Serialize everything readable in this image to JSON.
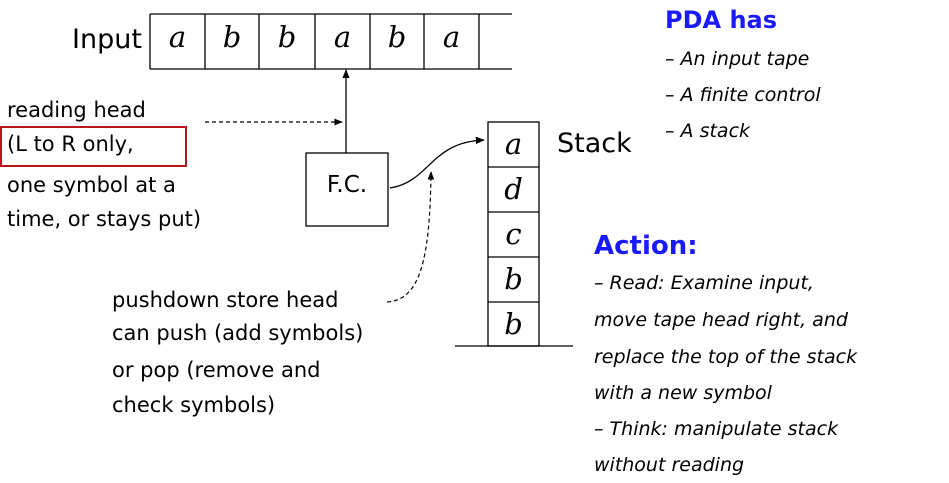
{
  "colors": {
    "heading": "#1a1aff",
    "highlight_box": "#b8161c",
    "ink": "#000000"
  },
  "input_tape": {
    "label": "Input",
    "cells": [
      "a",
      "b",
      "b",
      "a",
      "b",
      "a"
    ]
  },
  "finite_control": {
    "label": "F.C."
  },
  "stack": {
    "label": "Stack",
    "cells": [
      "a",
      "d",
      "c",
      "b",
      "b"
    ]
  },
  "reading_head_note": {
    "lines": [
      "reading head",
      "(L to R only,",
      "one symbol at a",
      "time, or stays put)"
    ]
  },
  "pushdown_note": {
    "lines": [
      "pushdown store head",
      "can push (add symbols)",
      "or pop (remove and",
      "check symbols)"
    ]
  },
  "pda_has": {
    "title": "PDA has",
    "items": [
      "– An input tape",
      "– A finite control",
      "– A stack"
    ]
  },
  "action": {
    "title": "Action:",
    "lines": [
      "– Read:  Examine input,",
      "move tape head right, and",
      "replace the top of the stack",
      "with a new symbol",
      "– Think: manipulate stack",
      "without reading"
    ]
  }
}
